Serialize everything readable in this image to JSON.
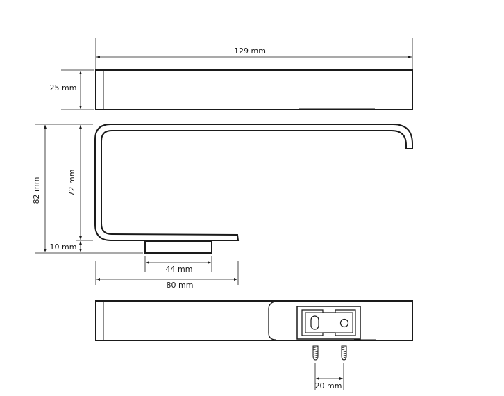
{
  "dimensions": {
    "total_length": "129 mm",
    "height_top": "25 mm",
    "overall_height": "82 mm",
    "inner_height": "72 mm",
    "base_thickness": "10 mm",
    "base_width": "44 mm",
    "depth": "80 mm",
    "screw_spacing": "20 mm"
  },
  "colors": {
    "line": "#1a1a1a",
    "background": "#ffffff"
  }
}
